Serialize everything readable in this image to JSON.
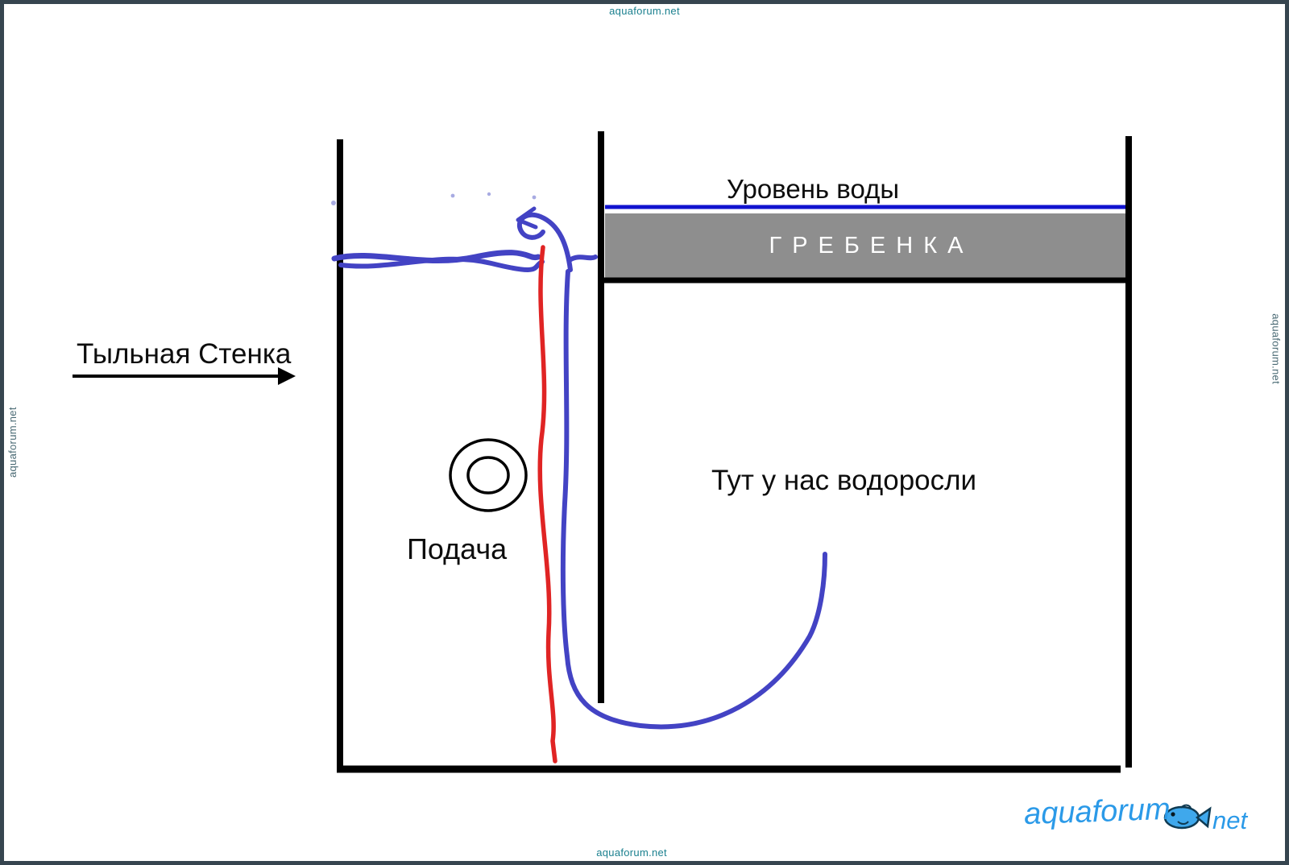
{
  "watermarks": {
    "top": "aquaforum.net",
    "bottom": "aquaforum.net",
    "left": "aquaforum.net",
    "right": "aquaforum.net"
  },
  "diagram": {
    "water_level_label": "Уровень воды",
    "comb_label": "ГРЕБЕНКА",
    "back_wall_label": "Тыльная Стенка",
    "supply_label": "Подача",
    "algae_label": "Тут у нас водоросли"
  },
  "logo": {
    "text": "aquaforum",
    "suffix": "net"
  },
  "colors": {
    "frame": "#36454f",
    "watermark": "#1b808f",
    "wall": "#000000",
    "water-line": "#1113cf",
    "flow-blue": "#4343c4",
    "supply-red": "#e02424",
    "comb-fill": "#8e8e8e",
    "comb-text": "#ffffff",
    "logo-blue": "#2b9ae8"
  }
}
